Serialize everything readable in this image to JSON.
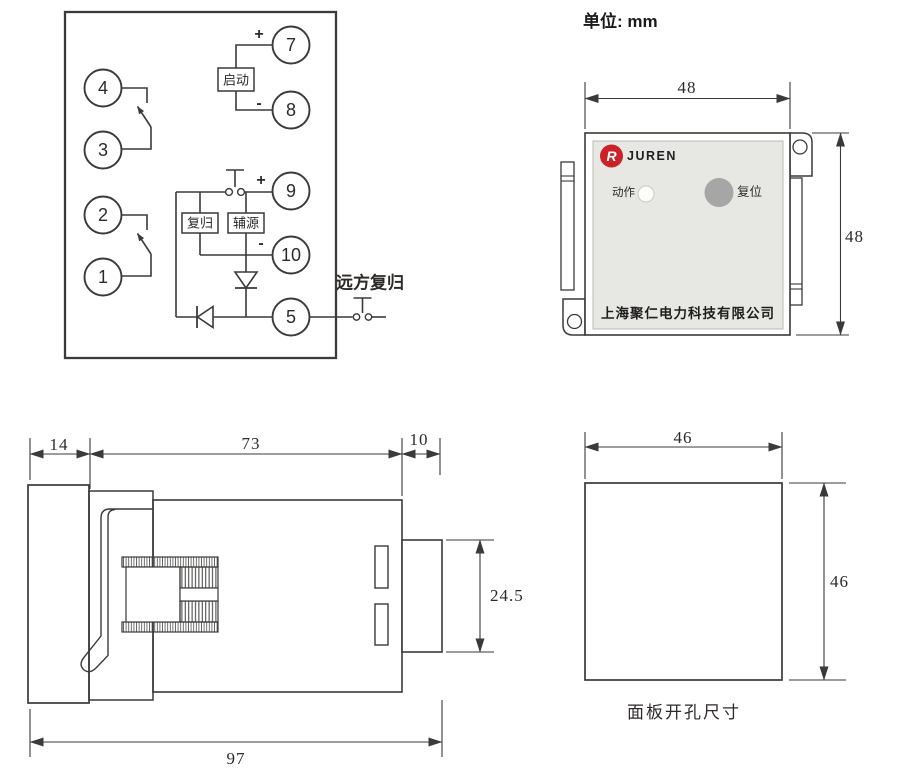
{
  "unit_note": "单位: mm",
  "wiring_diagram": {
    "terminals": [
      {
        "id": "t4",
        "label": "4"
      },
      {
        "id": "t3",
        "label": "3"
      },
      {
        "id": "t2",
        "label": "2"
      },
      {
        "id": "t1",
        "label": "1"
      },
      {
        "id": "t7",
        "label": "7"
      },
      {
        "id": "t8",
        "label": "8"
      },
      {
        "id": "t9",
        "label": "9"
      },
      {
        "id": "t10",
        "label": "10"
      },
      {
        "id": "t5",
        "label": "5"
      }
    ],
    "function_blocks": {
      "start": "启动",
      "reset": "复归",
      "aux_supply": "辅源"
    },
    "polarity_marks": [
      {
        "terminal": "7",
        "mark": "+"
      },
      {
        "terminal": "8",
        "mark": "-"
      },
      {
        "terminal": "9",
        "mark": "+"
      },
      {
        "terminal": "10",
        "mark": "-"
      }
    ],
    "remote_reset_label": "远方复归"
  },
  "front_panel": {
    "logo_mark": "R",
    "brand": "JUREN",
    "led_label": "动作",
    "reset_button_label": "复位",
    "company": "上海聚仁电力科技有限公司",
    "width_dim": "48",
    "height_dim": "48"
  },
  "side_view": {
    "front_depth_dim": "14",
    "body_depth_dim": "73",
    "terminal_depth_dim": "10",
    "terminal_height_dim": "24.5",
    "total_depth_dim": "97"
  },
  "panel_cutout": {
    "width_dim": "46",
    "height_dim": "46",
    "caption": "面板开孔尺寸"
  },
  "colors": {
    "line": "#3a3a38",
    "panel_fill": "#e7e7e4",
    "logo_red": "#cb2127",
    "button_gray": "#a6a6a6"
  }
}
